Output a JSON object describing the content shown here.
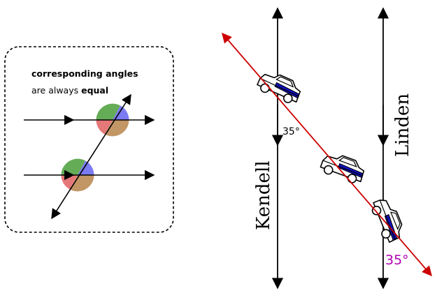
{
  "legend_box": {
    "line1_bold": "corresponding angles",
    "line2_prefix": "are always ",
    "line2_bold": "equal"
  },
  "streets": {
    "left": "Kendell",
    "right": "Linden"
  },
  "angles": {
    "top_label": "35°",
    "bottom_label": "35°"
  },
  "colors": {
    "transversal": "#cc0000",
    "angle_label": "#b000b0",
    "wedge_green": "#4a9e3a",
    "wedge_blue": "#5a5af0",
    "wedge_red": "#e06060",
    "wedge_brown": "#b8844a",
    "car_stripe": "#1010c0"
  },
  "icons": [
    "car-icon",
    "car-icon",
    "car-icon"
  ]
}
